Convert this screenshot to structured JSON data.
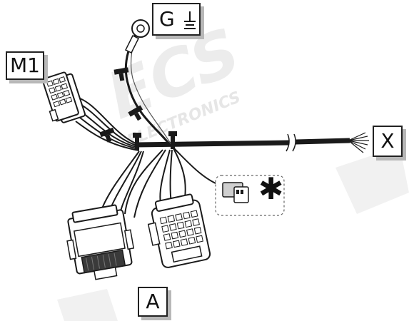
{
  "labels": {
    "m1": "M1",
    "g": "G",
    "x": "X",
    "a": "A",
    "optional_marker": "✱"
  },
  "watermark": {
    "brand": "ECS",
    "sub": "ELECTRONICS"
  },
  "icons": {
    "ground": "ground-icon",
    "connector_m1": "connector-m1-icon",
    "connector_a": "connector-a-icon",
    "ring_terminal": "ring-terminal-icon",
    "optional_plug": "optional-plug-icon"
  },
  "colors": {
    "wire": "#1a1a1a",
    "label_shadow": "#b8b8b8",
    "watermark": "#e9e9e9"
  }
}
